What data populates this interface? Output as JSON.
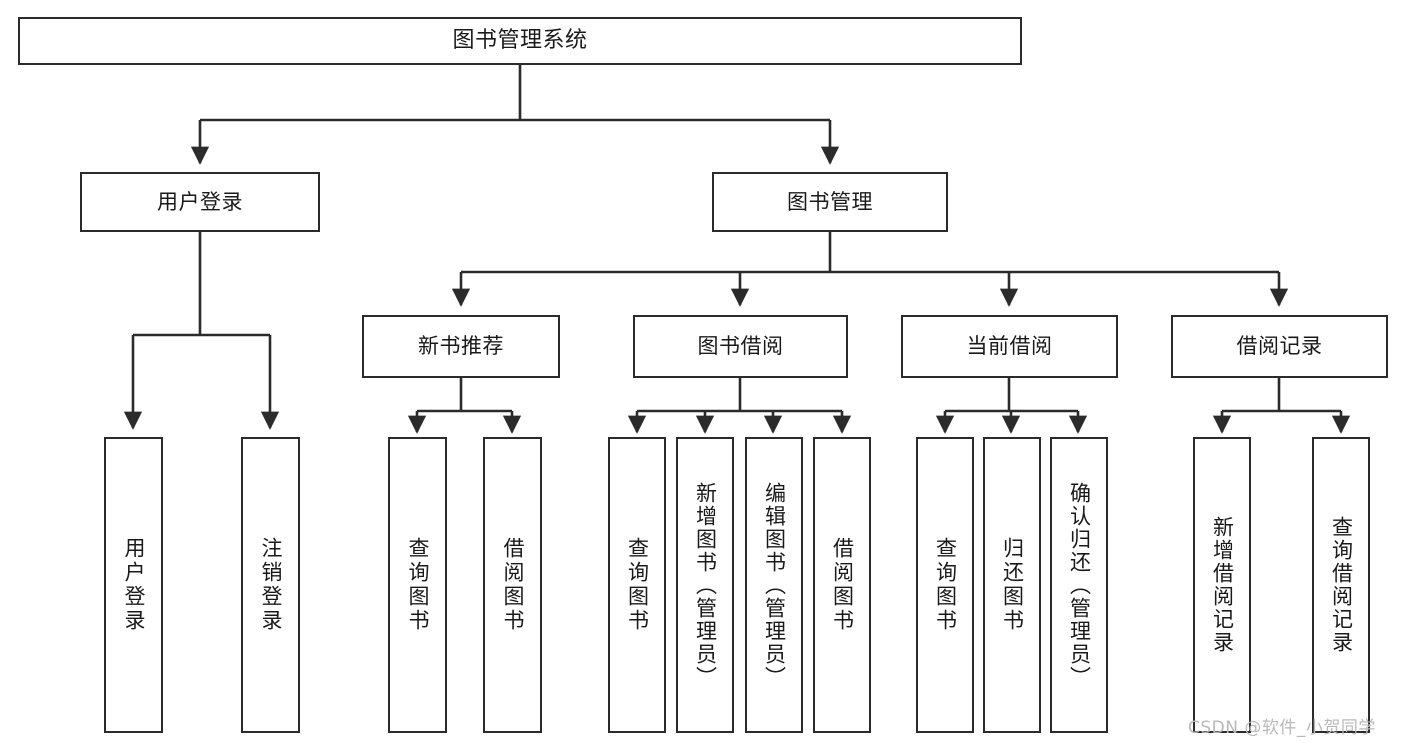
{
  "diagram": {
    "title": "图书管理系统",
    "type": "functional-structure-tree",
    "watermark": "CSDN @软件_小贺同学",
    "colors": {
      "stroke": "#2b2b2b",
      "fill": "#ffffff",
      "text": "#1a1a1a",
      "watermark": "#b9b9b9"
    }
  },
  "nodes": {
    "root": {
      "label": "图书管理系统"
    },
    "level2": [
      {
        "label": "用户登录"
      },
      {
        "label": "图书管理"
      }
    ],
    "level3": [
      {
        "label": "新书推荐"
      },
      {
        "label": "图书借阅"
      },
      {
        "label": "当前借阅"
      },
      {
        "label": "借阅记录"
      }
    ],
    "leaves": {
      "user_login": [
        {
          "label": "用户登录"
        },
        {
          "label": "注销登录"
        }
      ],
      "new_book": [
        {
          "label": "查询图书"
        },
        {
          "label": "借阅图书"
        }
      ],
      "book_borrow": [
        {
          "label": "查询图书"
        },
        {
          "label": "新增图书（管理员）"
        },
        {
          "label": "编辑图书（管理员）"
        },
        {
          "label": "借阅图书"
        }
      ],
      "current_borrow": [
        {
          "label": "查询图书"
        },
        {
          "label": "归还图书"
        },
        {
          "label": "确认归还（管理员）"
        }
      ],
      "borrow_record": [
        {
          "label": "新增借阅记录"
        },
        {
          "label": "查询借阅记录"
        }
      ]
    }
  }
}
